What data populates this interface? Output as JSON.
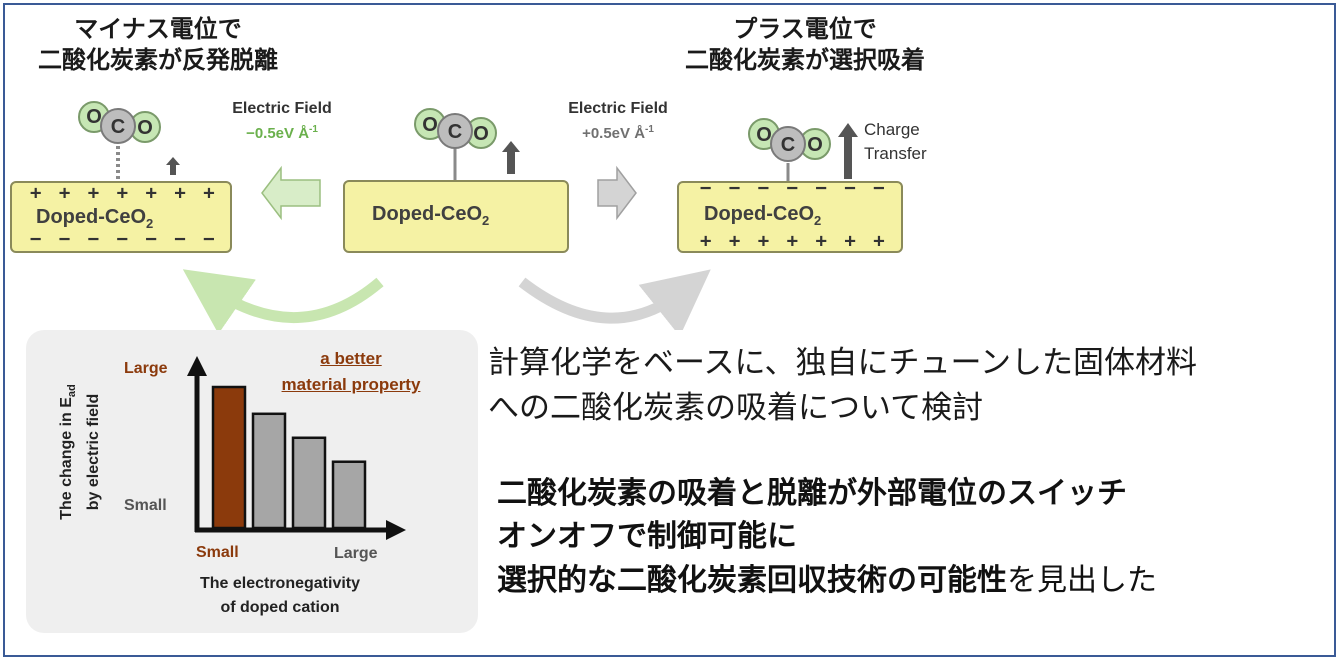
{
  "left_panel": {
    "title_line1": "マイナス電位で",
    "title_line2": "二酸化炭素が反発脱離",
    "top_charges": "+ + + + + + +",
    "slab_label": "Doped-CeO",
    "slab_sub": "2",
    "bottom_charges": "− − − − − − −"
  },
  "center_panel": {
    "slab_label": "Doped-CeO",
    "slab_sub": "2"
  },
  "right_panel": {
    "title_line1": "プラス電位で",
    "title_line2": "二酸化炭素が選択吸着",
    "top_charges": "− − − − − − −",
    "slab_label": "Doped-CeO",
    "slab_sub": "2",
    "bottom_charges": "+ + + + + + +",
    "charge_transfer_line1": "Charge",
    "charge_transfer_line2": "Transfer"
  },
  "field_left": {
    "title": "Electric Field",
    "value": "−0.5eV Å",
    "value_sup": "-1",
    "color": "#6ab04c"
  },
  "field_right": {
    "title": "Electric Field",
    "value": "+0.5eV Å",
    "value_sup": "-1",
    "color": "#707070"
  },
  "molecule": {
    "o": "O",
    "c": "C"
  },
  "inset_chart": {
    "ylabel_line1": "The change in E",
    "ylabel_sub": "ad",
    "ylabel_line2": "by electric field",
    "y_high": "Large",
    "y_low": "Small",
    "x_low": "Small",
    "x_high": "Large",
    "xlabel_line1": "The electronegativity",
    "xlabel_line2": "of doped cation",
    "annotation_line1": "a better",
    "annotation_line2": "material property"
  },
  "chart_data": {
    "type": "bar",
    "categories": [
      "",
      "",
      "",
      ""
    ],
    "values": [
      1.0,
      0.81,
      0.64,
      0.47
    ],
    "colors": [
      "#8b3a0c",
      "#a6a6a6",
      "#a6a6a6",
      "#a6a6a6"
    ],
    "xlabel": "The electronegativity of doped cation",
    "ylabel": "The change in E_ad by electric field"
  },
  "text_block": {
    "line1": "計算化学をベースに、独自にチューンした固体材料",
    "line2": "への二酸化炭素の吸着について検討",
    "bold1": "二酸化炭素の吸着と脱離が外部電位のスイッチ",
    "bold2": "オンオフで制御可能に",
    "bold3": "選択的な二酸化炭素回収技術の可能性",
    "bold3_tail": "を見出した"
  },
  "colors": {
    "frame": "#3a5a96",
    "slab_fill": "#f5f2a4",
    "green_arrow": "#c8e6b0",
    "gray_arrow": "#d4d4d4",
    "bar_highlight": "#8b3a0c",
    "bar_gray": "#a6a6a6"
  }
}
